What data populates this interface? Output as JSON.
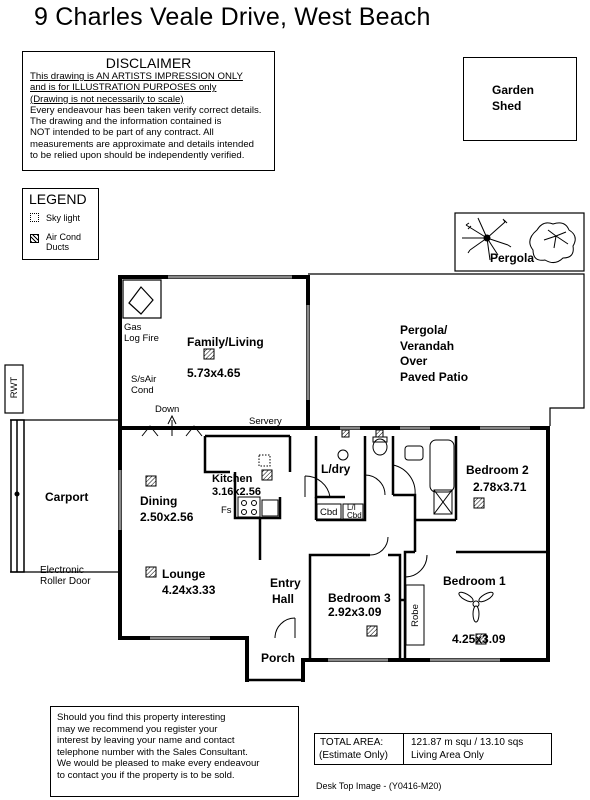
{
  "title": "9 Charles Veale Drive, West Beach",
  "disclaimer": {
    "heading": "DISCLAIMER",
    "lines": [
      "This drawing is AN ARTISTS IMPRESSION ONLY",
      "and is for ILLUSTRATION PURPOSES only",
      "(Drawing is not necessarily to scale)",
      "Every endeavour has been taken verify correct details.",
      "The drawing and the information contained is",
      "NOT intended to be part of any contract.  All",
      "measurements are approximate and details intended",
      "to be relied upon should be independently verified."
    ]
  },
  "garden_shed": {
    "line1": "Garden",
    "line2": "Shed"
  },
  "legend": {
    "heading": "LEGEND",
    "skylight": "Sky light",
    "aircon_line1": "Air Cond",
    "aircon_line2": "Ducts"
  },
  "labels": {
    "pergola": "Pergola",
    "pergola_verandah": [
      "Pergola/",
      "Verandah",
      "Over",
      "Paved Patio"
    ],
    "gas_log_fire": [
      "Gas",
      "Log Fire"
    ],
    "family_living": "Family/Living",
    "family_living_dim": "5.73x4.65",
    "ss_aircond": [
      "S/sAir",
      "Cond"
    ],
    "down": "Down",
    "servery": "Servery",
    "rwt": "RWT",
    "carport": "Carport",
    "electronic_roller_door": [
      "Electronic",
      "Roller Door"
    ],
    "kitchen": "Kitchen",
    "kitchen_dim": "3.16x2.56",
    "fs": "Fs",
    "dining": "Dining",
    "dining_dim": "2.50x2.56",
    "ldry": "L/dry",
    "cbd": "Cbd",
    "cbd_small": "Cbd",
    "lin": "L/I",
    "bedroom2": "Bedroom 2",
    "bedroom2_dim": "2.78x3.71",
    "lounge": "Lounge",
    "lounge_dim": "4.24x3.33",
    "entry": "Entry",
    "hall": "Hall",
    "bedroom3": "Bedroom 3",
    "bedroom3_dim": "2.92x3.09",
    "robe": "Robe",
    "bedroom1": "Bedroom 1",
    "bedroom1_dim": "4.25x3.09",
    "porch": "Porch"
  },
  "promo": {
    "lines": [
      "Should you find this property interesting",
      "may we recommend you register your",
      "interest by leaving your name and contact",
      "telephone number with the Sales Consultant.",
      "We would be pleased to make every endeavour",
      "to contact you if the property is to be sold."
    ]
  },
  "area": {
    "label_line1": "TOTAL AREA:",
    "label_line2": "(Estimate Only)",
    "value_line1": "121.87 m squ /  13.10 sqs",
    "value_line2": "Living Area Only"
  },
  "image_code": "Desk Top Image - (Y0416-M20)"
}
